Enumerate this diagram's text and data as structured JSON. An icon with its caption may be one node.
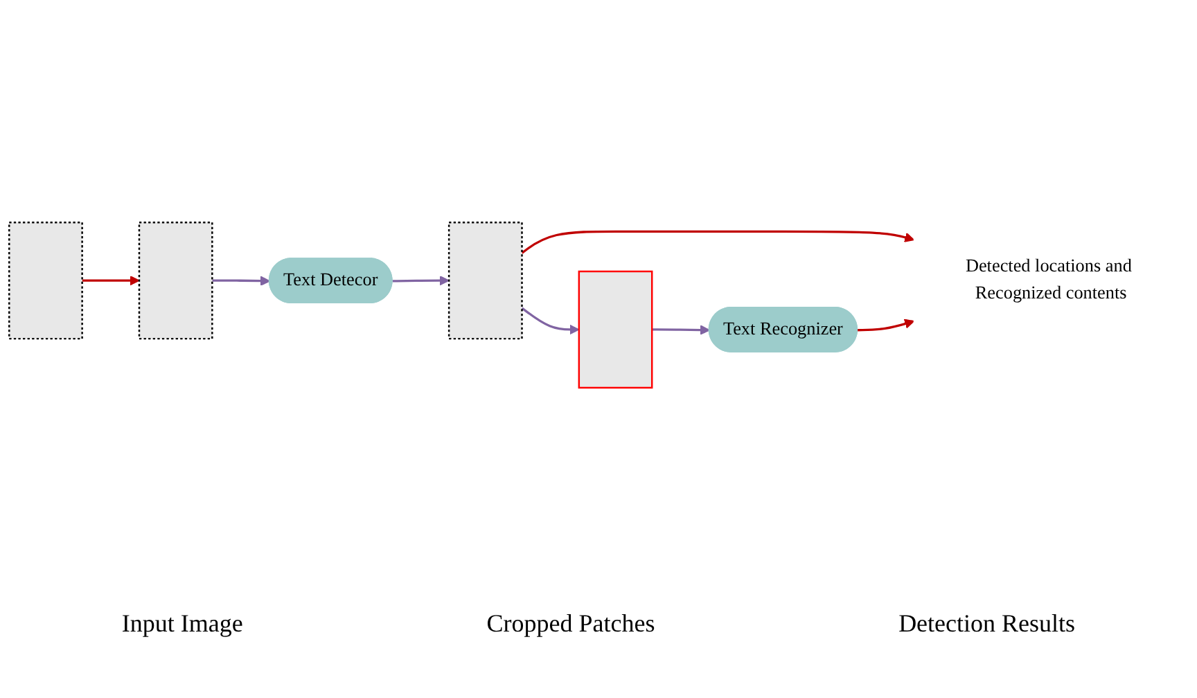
{
  "diagram": {
    "nodes": [
      {
        "text": [],
        "shape": "box"
      },
      {
        "text": [],
        "shape": "box"
      },
      {
        "text": [
          "Text Detecor"
        ]
      },
      {
        "text": [],
        "shape": "box"
      },
      {
        "text": [],
        "shape": "box"
      },
      {
        "text": [
          "Text Recognizer"
        ]
      },
      {
        "text": [
          "Detected locations and Recognized contents"
        ]
      }
    ],
    "edges": [
      {
        "from": 0,
        "to": 1,
        "arrow": "to",
        "color": "#c00000"
      },
      {
        "from": 1,
        "to": 2,
        "arrow": "to"
      },
      {
        "from": 2,
        "to": 3,
        "arrow": "to"
      },
      {
        "from": 3,
        "to": 6,
        "arrow": "to",
        "color": "#c00000"
      },
      {
        "from": 3,
        "to": 4,
        "arrow": "to"
      },
      {
        "from": 4,
        "to": 5,
        "arrow": "to"
      },
      {
        "from": 5,
        "to": 6,
        "arrow": "to",
        "color": "#c00000"
      }
    ],
    "labels": [
      "Input Image",
      "Cropped Patches",
      "Detection Results"
    ]
  }
}
